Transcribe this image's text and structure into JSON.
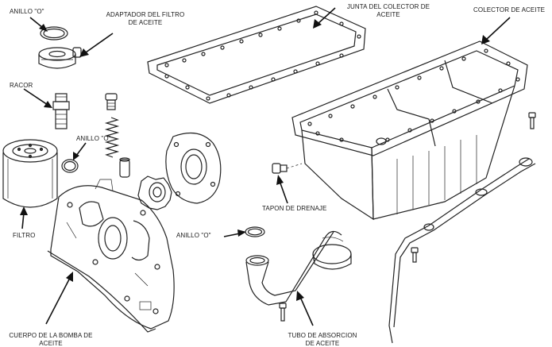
{
  "diagram": {
    "labels": {
      "anillo_o_top": "ANILLO \"O\"",
      "adaptador_line1": "ADAPTADOR DEL FILTRO",
      "adaptador_line2": "DE ACEITE",
      "junta_line1": "JUNTA DEL COLECTOR DE",
      "junta_line2": "ACEITE",
      "colector": "COLECTOR DE ACEITE",
      "racor": "RACOR",
      "anillo_o_mid": "ANILLO \"O\"",
      "tapon": "TAPON DE DRENAJE",
      "filtro": "FILTRO",
      "anillo_o_low": "ANILLO \"O\"",
      "cuerpo_line1": "CUERPO DE LA BOMBA DE",
      "cuerpo_line2": "ACEITE",
      "tubo_line1": "TUBO DE ABSORCION",
      "tubo_line2": "DE ACEITE"
    },
    "colors": {
      "line": "#222222",
      "background": "#ffffff",
      "text": "#1a1a1a"
    }
  }
}
